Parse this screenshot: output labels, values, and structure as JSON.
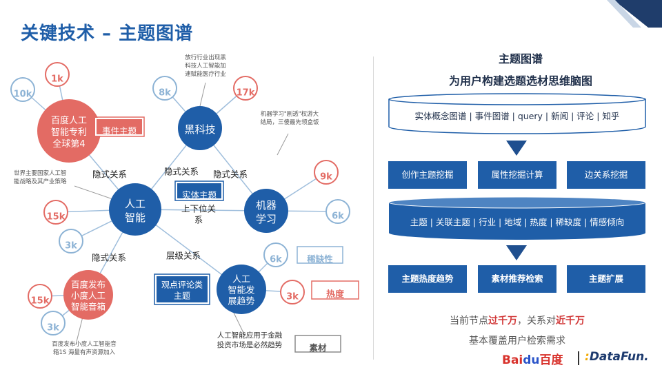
{
  "title": "关键技术 – 主题图谱",
  "colors": {
    "blue": "#1f5ea8",
    "red": "#e36b64",
    "lightblue": "#8db3d5",
    "text": "#333333"
  },
  "nodes": {
    "ai": "人工\n智能",
    "blacktech": "黑科技",
    "ml": "机器\n学习",
    "trend": "人工\n智能发\n展趋势",
    "patent": "百度人工\n智能专利\n全球第4",
    "speaker": "百度发布\n小度人工\n智能音箱"
  },
  "badges": {
    "patent_1k": "1k",
    "patent_10k": "10k",
    "bt_8k": "8k",
    "bt_17k": "17k",
    "ml_9k": "9k",
    "ml_6k": "6k",
    "ai_15k": "15k",
    "ai_3k": "3k",
    "sp_15k": "15k",
    "sp_3k": "3k",
    "tr_6k": "6k",
    "tr_3k": "3k"
  },
  "edges": {
    "implicit1": "隐式关系",
    "implicit2": "隐式关系",
    "implicit3": "隐式关系",
    "implicit4": "隐式关系",
    "hierarchy": "上下位关\n系",
    "level": "层级关系"
  },
  "tags": {
    "event": "事件主题",
    "entity": "实体主题",
    "opinion": "观点评论类\n主题",
    "scarcity": "稀缺性",
    "heat": "热度",
    "material": "素材"
  },
  "annotations": {
    "bt": "放行行业出现黑\n科技人工智能加\n速赋能医疗行业",
    "ml": "机器学习\"剧透\"权游大\n结局，三傻最先领盒饭",
    "ai": "世界主要国家人工智\n能战略及其产业策略",
    "speaker": "百度发布小度人工智能音\n箱1S 海量有声资源加入",
    "trend": "人工智能应用于金融\n投资市场是必然趋势"
  },
  "right": {
    "title1": "主题图谱",
    "title2": "为用户构建选题选材思维脑图",
    "sources": "实体概念图谱 | 事件图谱 | query | 新闻 | 评论 | 知乎",
    "row1": [
      "创作主题挖掘",
      "属性挖掘计算",
      "边关系挖掘"
    ],
    "attrs": "主题 | 关联主题 | 行业 | 地域 | 热度 | 稀缺度 | 情感倾向",
    "row2": [
      "主题热度趋势",
      "素材推荐检索",
      "主题扩展"
    ],
    "line1_a": "当前节点",
    "line1_b": "过千万",
    "line1_c": "，关系对",
    "line1_d": "近千万",
    "line2": "基本覆盖用户检索需求"
  },
  "logos": {
    "baidu_a": "Bai",
    "baidu_b": "du",
    "baidu_c": "百度",
    "datafun_a": ":",
    "datafun_b": "DataFun."
  }
}
